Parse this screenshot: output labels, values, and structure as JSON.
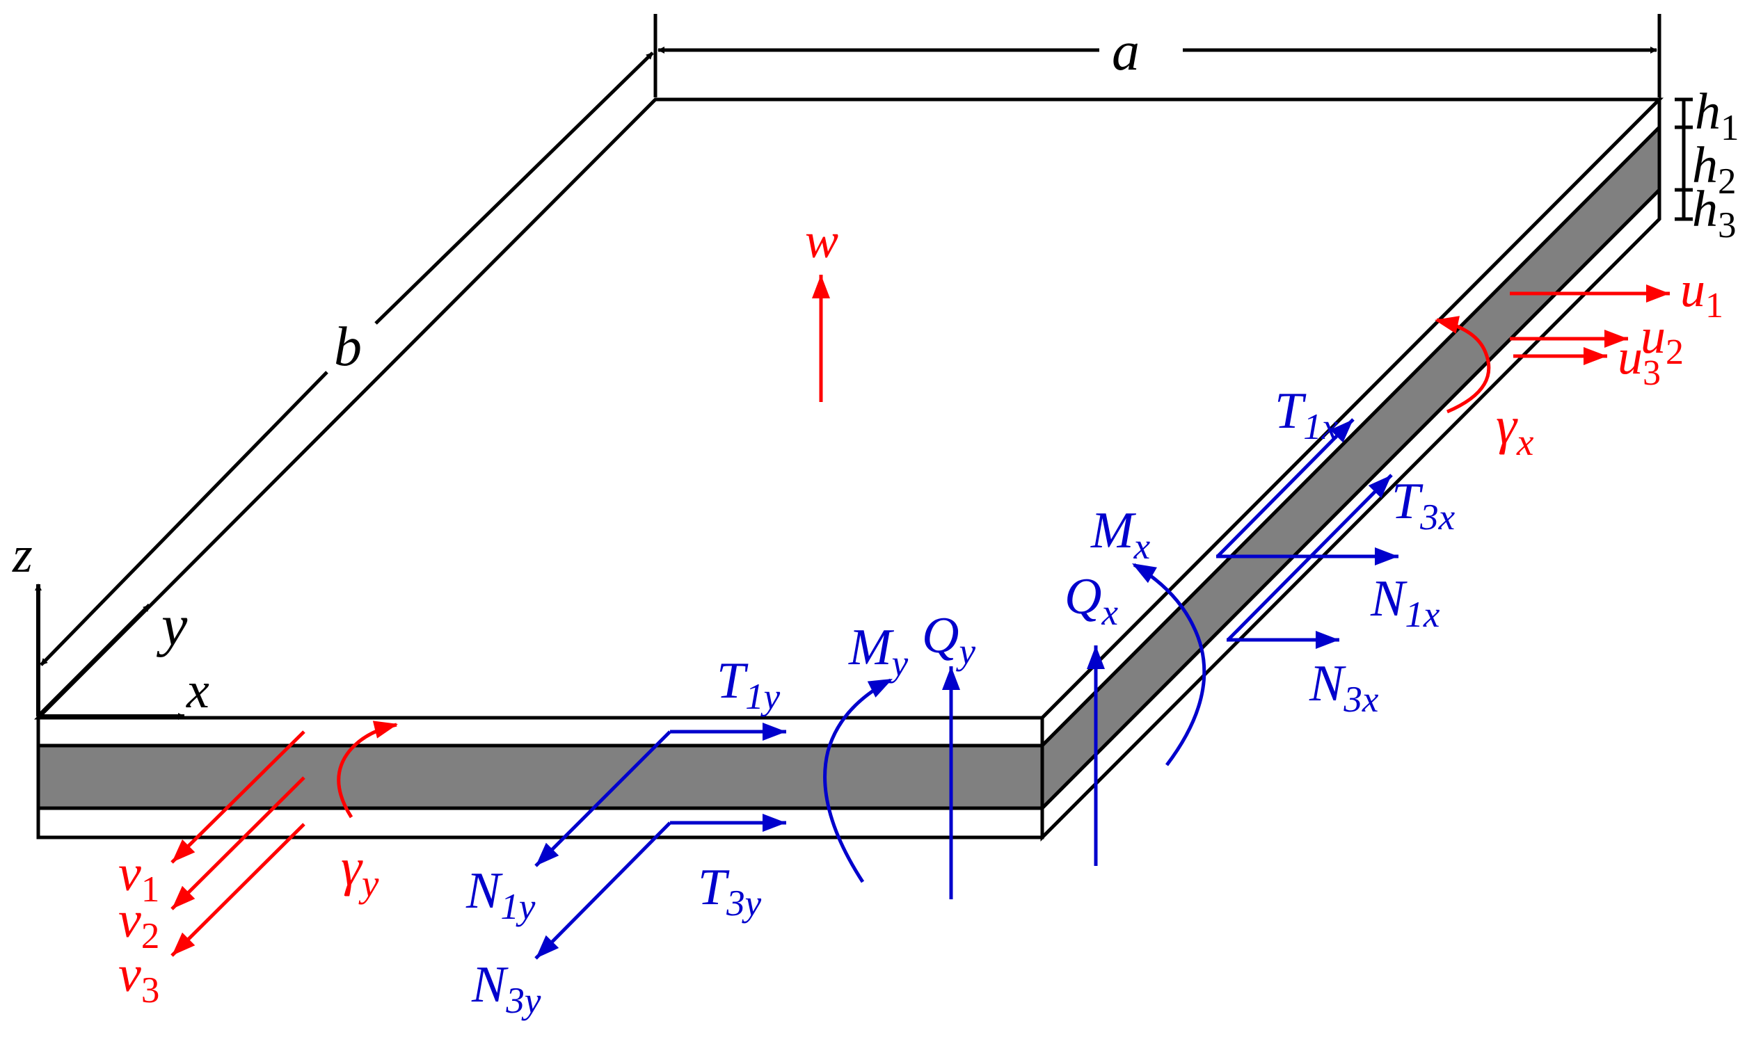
{
  "colors": {
    "outline": "#000000",
    "core": "#808080",
    "face": "#ffffff",
    "displacement": "#ff0000",
    "force": "#0000cc"
  },
  "dimensions": {
    "a": "a",
    "b": "b",
    "h1": {
      "base": "h",
      "sub": "1"
    },
    "h2": {
      "base": "h",
      "sub": "2"
    },
    "h3": {
      "base": "h",
      "sub": "3"
    }
  },
  "axes": {
    "x": "x",
    "y": "y",
    "z": "z"
  },
  "displacements": {
    "w": "w",
    "u1": {
      "base": "u",
      "sub": "1"
    },
    "u2": {
      "base": "u",
      "sub": "2"
    },
    "u3": {
      "base": "u",
      "sub": "3"
    },
    "v1": {
      "base": "v",
      "sub": "1"
    },
    "v2": {
      "base": "v",
      "sub": "2"
    },
    "v3": {
      "base": "v",
      "sub": "3"
    },
    "gamma_x": {
      "base": "γ",
      "sub": "x"
    },
    "gamma_y": {
      "base": "γ",
      "sub": "y"
    }
  },
  "forces": {
    "T1x": {
      "base": "T",
      "sub": "1x"
    },
    "T3x": {
      "base": "T",
      "sub": "3x"
    },
    "N1x": {
      "base": "N",
      "sub": "1x"
    },
    "N3x": {
      "base": "N",
      "sub": "3x"
    },
    "Mx": {
      "base": "M",
      "sub": "x"
    },
    "Qx": {
      "base": "Q",
      "sub": "x"
    },
    "T1y": {
      "base": "T",
      "sub": "1y"
    },
    "T3y": {
      "base": "T",
      "sub": "3y"
    },
    "N1y": {
      "base": "N",
      "sub": "1y"
    },
    "N3y": {
      "base": "N",
      "sub": "3y"
    },
    "My": {
      "base": "M",
      "sub": "y"
    },
    "Qy": {
      "base": "Q",
      "sub": "y"
    }
  }
}
